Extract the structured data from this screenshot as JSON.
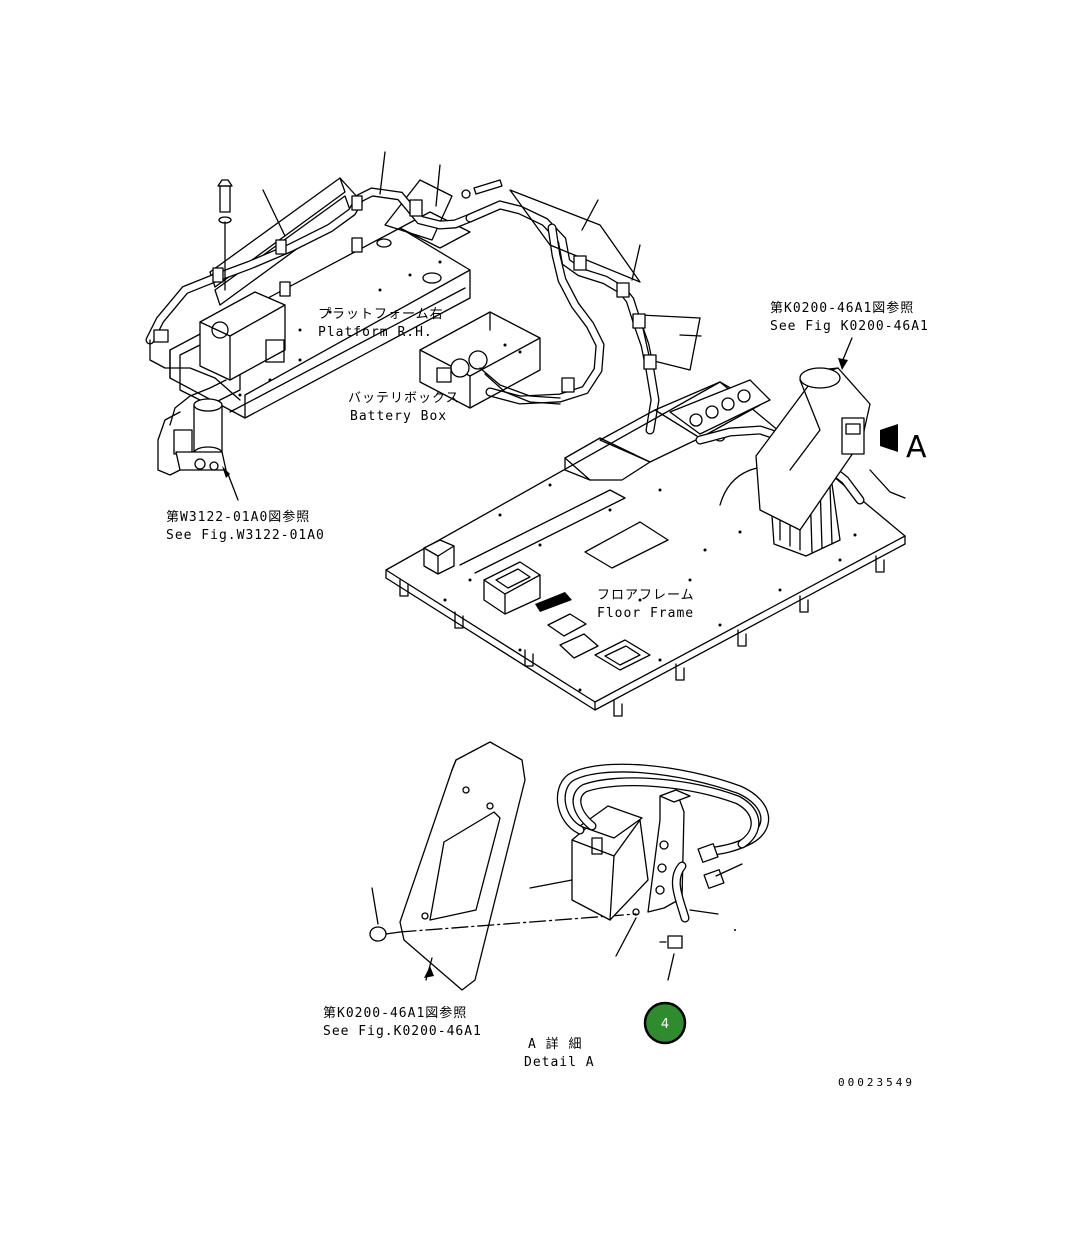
{
  "labels": {
    "platform_rh_jp": "プラットフォーム右",
    "platform_rh_en": "Platform R.H.",
    "battery_box_jp": "バッテリボックス",
    "battery_box_en": "Battery Box",
    "ref_k0200_top_jp": "第K0200-46A1図参照",
    "ref_k0200_top_en": "See Fig K0200-46A1",
    "ref_w3122_jp": "第W3122-01A0図参照",
    "ref_w3122_en": "See Fig.W3122-01A0",
    "floor_frame_jp": "フロアフレーム",
    "floor_frame_en": "Floor Frame",
    "view_letter": "A",
    "ref_k0200_bottom_jp": "第K0200-46A1図参照",
    "ref_k0200_bottom_en": "See Fig.K0200-46A1",
    "detail_a_jp": "A 詳 細",
    "detail_a_en": "Detail A",
    "drawing_number": "00023549"
  },
  "callouts": [
    {
      "number": "4",
      "color": "#2e8b2e"
    }
  ]
}
